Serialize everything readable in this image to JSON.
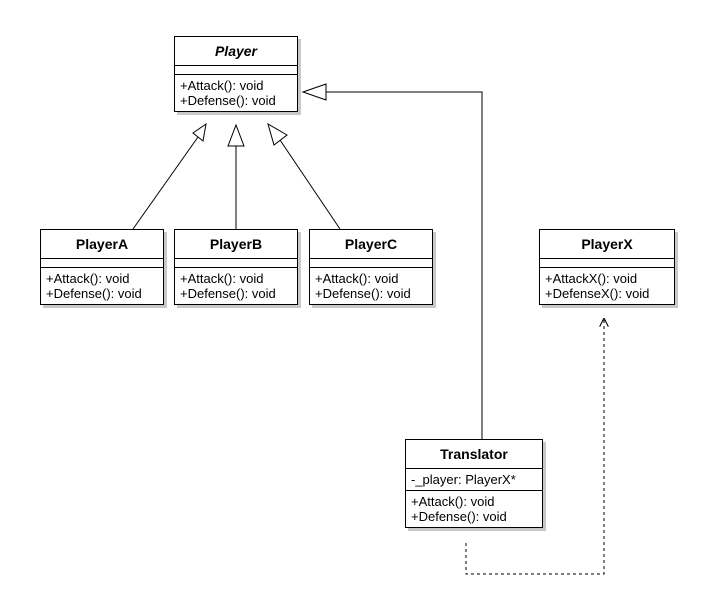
{
  "diagram": {
    "classes": {
      "player": {
        "name": "Player",
        "methods": [
          "+Attack(): void",
          "+Defense(): void"
        ]
      },
      "playerA": {
        "name": "PlayerA",
        "methods": [
          "+Attack(): void",
          "+Defense(): void"
        ]
      },
      "playerB": {
        "name": "PlayerB",
        "methods": [
          "+Attack(): void",
          "+Defense(): void"
        ]
      },
      "playerC": {
        "name": "PlayerC",
        "methods": [
          "+Attack(): void",
          "+Defense(): void"
        ]
      },
      "playerX": {
        "name": "PlayerX",
        "methods": [
          "+AttackX(): void",
          "+DefenseX(): void"
        ]
      },
      "translator": {
        "name": "Translator",
        "attributes": [
          "-_player: PlayerX*"
        ],
        "methods": [
          "+Attack(): void",
          "+Defense(): void"
        ]
      }
    },
    "relationships": [
      {
        "type": "generalization",
        "from": "PlayerA",
        "to": "Player"
      },
      {
        "type": "generalization",
        "from": "PlayerB",
        "to": "Player"
      },
      {
        "type": "generalization",
        "from": "PlayerC",
        "to": "Player"
      },
      {
        "type": "generalization",
        "from": "Translator",
        "to": "Player"
      },
      {
        "type": "dependency",
        "from": "Translator",
        "to": "PlayerX"
      }
    ]
  }
}
